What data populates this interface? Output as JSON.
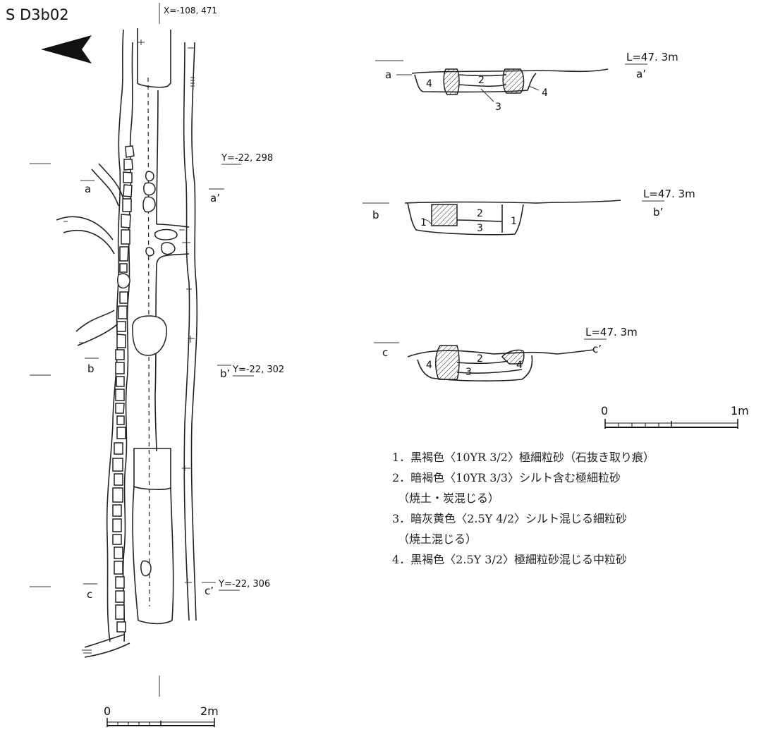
{
  "figure_title": "S D3b02",
  "plan": {
    "coord_x": "X=-108, 471",
    "coord_y1": "Y=-22, 298",
    "coord_y2": "Y=-22, 302",
    "coord_y3": "Y=-22, 306",
    "a_left": "a",
    "a_right": "a’",
    "b_left": "b",
    "b_right": "b’",
    "c_left": "c",
    "c_right": "c’",
    "scale_zero": "0",
    "scale_end": "2m"
  },
  "sections": {
    "a": {
      "left": "a",
      "right": "a’",
      "level": "L=47. 3m",
      "layers": [
        "4",
        "2",
        "3",
        "4"
      ]
    },
    "b": {
      "left": "b",
      "right": "b’",
      "level": "L=47. 3m",
      "layers": [
        "1",
        "2",
        "3",
        "1"
      ]
    },
    "c": {
      "left": "c",
      "right": "c’",
      "level": "L=47. 3m",
      "layers": [
        "4",
        "2",
        "3",
        "4"
      ]
    },
    "scale_zero": "0",
    "scale_end": "1m"
  },
  "legend": [
    "1．黒褐色〈10YR 3/2〉極細粒砂（石抜き取り痕）",
    "2．暗褐色〈10YR 3/3〉シルト含む極細粒砂",
    "　（焼土・炭混じる）",
    "3．暗灰黄色〈2.5Y 4/2〉シルト混じる細粒砂",
    "　（焼土混じる）",
    "4．黒褐色〈2.5Y 3/2〉極細粒砂混じる中粒砂"
  ]
}
